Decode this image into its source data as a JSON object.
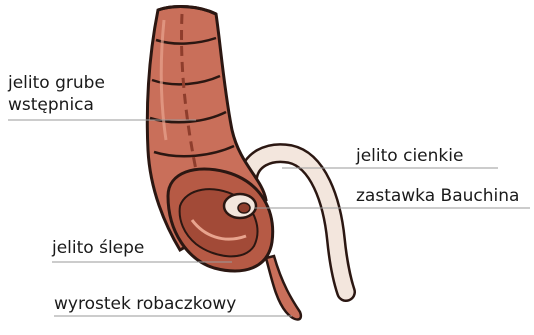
{
  "labels": {
    "colon_line1": "jelito grube",
    "colon_line2": "wstępnica",
    "ileum": "jelito cienkie",
    "valve": "zastawka Bauchina",
    "cecum": "jelito ślepe",
    "appendix": "wyrostek robaczkowy"
  },
  "colors": {
    "tissue": "#c96f5a",
    "tissue_dark": "#8e3d2c",
    "tissue_light": "#e8a48e",
    "outline": "#2b1712",
    "ileum": "#f3e6dd",
    "leader_line": "#9a9a9a"
  }
}
